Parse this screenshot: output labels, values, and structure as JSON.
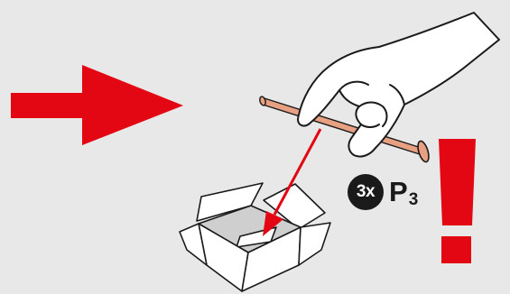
{
  "instruction": {
    "quantity_badge": "3x",
    "part_letter": "P",
    "part_index": "3"
  },
  "colors": {
    "background": "#e8e8e8",
    "accent_red": "#e30613",
    "pin_copper": "#e8a083",
    "outline": "#1a1a1a",
    "box_fill": "#ffffff",
    "box_interior": "#cfcfcf"
  },
  "icons": [
    "direction-arrow",
    "hand",
    "copper-pin",
    "cardboard-box",
    "warning-exclamation"
  ]
}
